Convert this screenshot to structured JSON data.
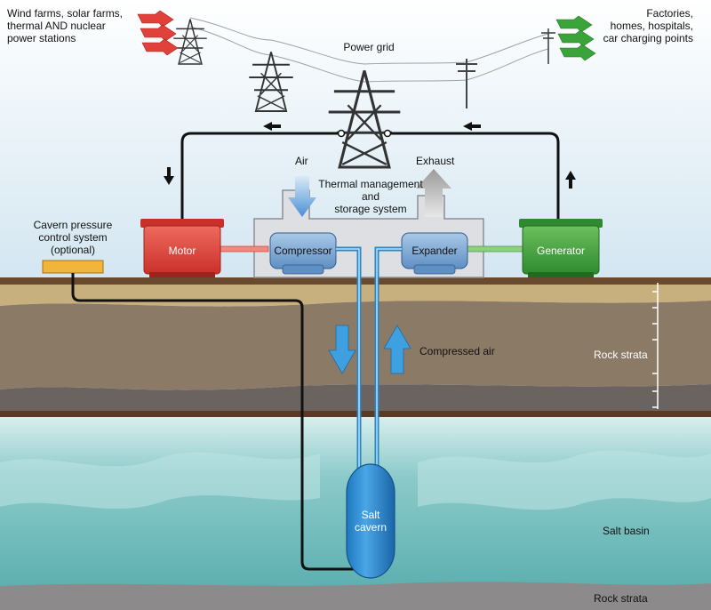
{
  "sources_label": "Wind farms, solar farms,\nthermal AND nuclear\npower stations",
  "consumers_label": "Factories,\nhomes, hospitals,\ncar charging points",
  "power_grid_label": "Power grid",
  "air_label": "Air",
  "exhaust_label": "Exhaust",
  "thermal_label": "Thermal management\nand\nstorage system",
  "motor_label": "Motor",
  "compressor_label": "Compressor",
  "expander_label": "Expander",
  "generator_label": "Generator",
  "cavern_pressure_label": "Cavern pressure\ncontrol system\n(optional)",
  "compressed_air_label": "Compressed air",
  "rock_strata_upper_label": "Rock strata",
  "salt_basin_label": "Salt basin",
  "salt_cavern_label": "Salt\ncavern",
  "rock_strata_lower_label": "Rock strata",
  "colors": {
    "motor": "#e0413a",
    "generator": "#3f9a3a",
    "air_in": "#4a90d6",
    "exhaust": "#b0b0b0",
    "pipe": "#2b86c5",
    "electric_in": "#e0413a",
    "electric_out": "#3aa43a"
  }
}
